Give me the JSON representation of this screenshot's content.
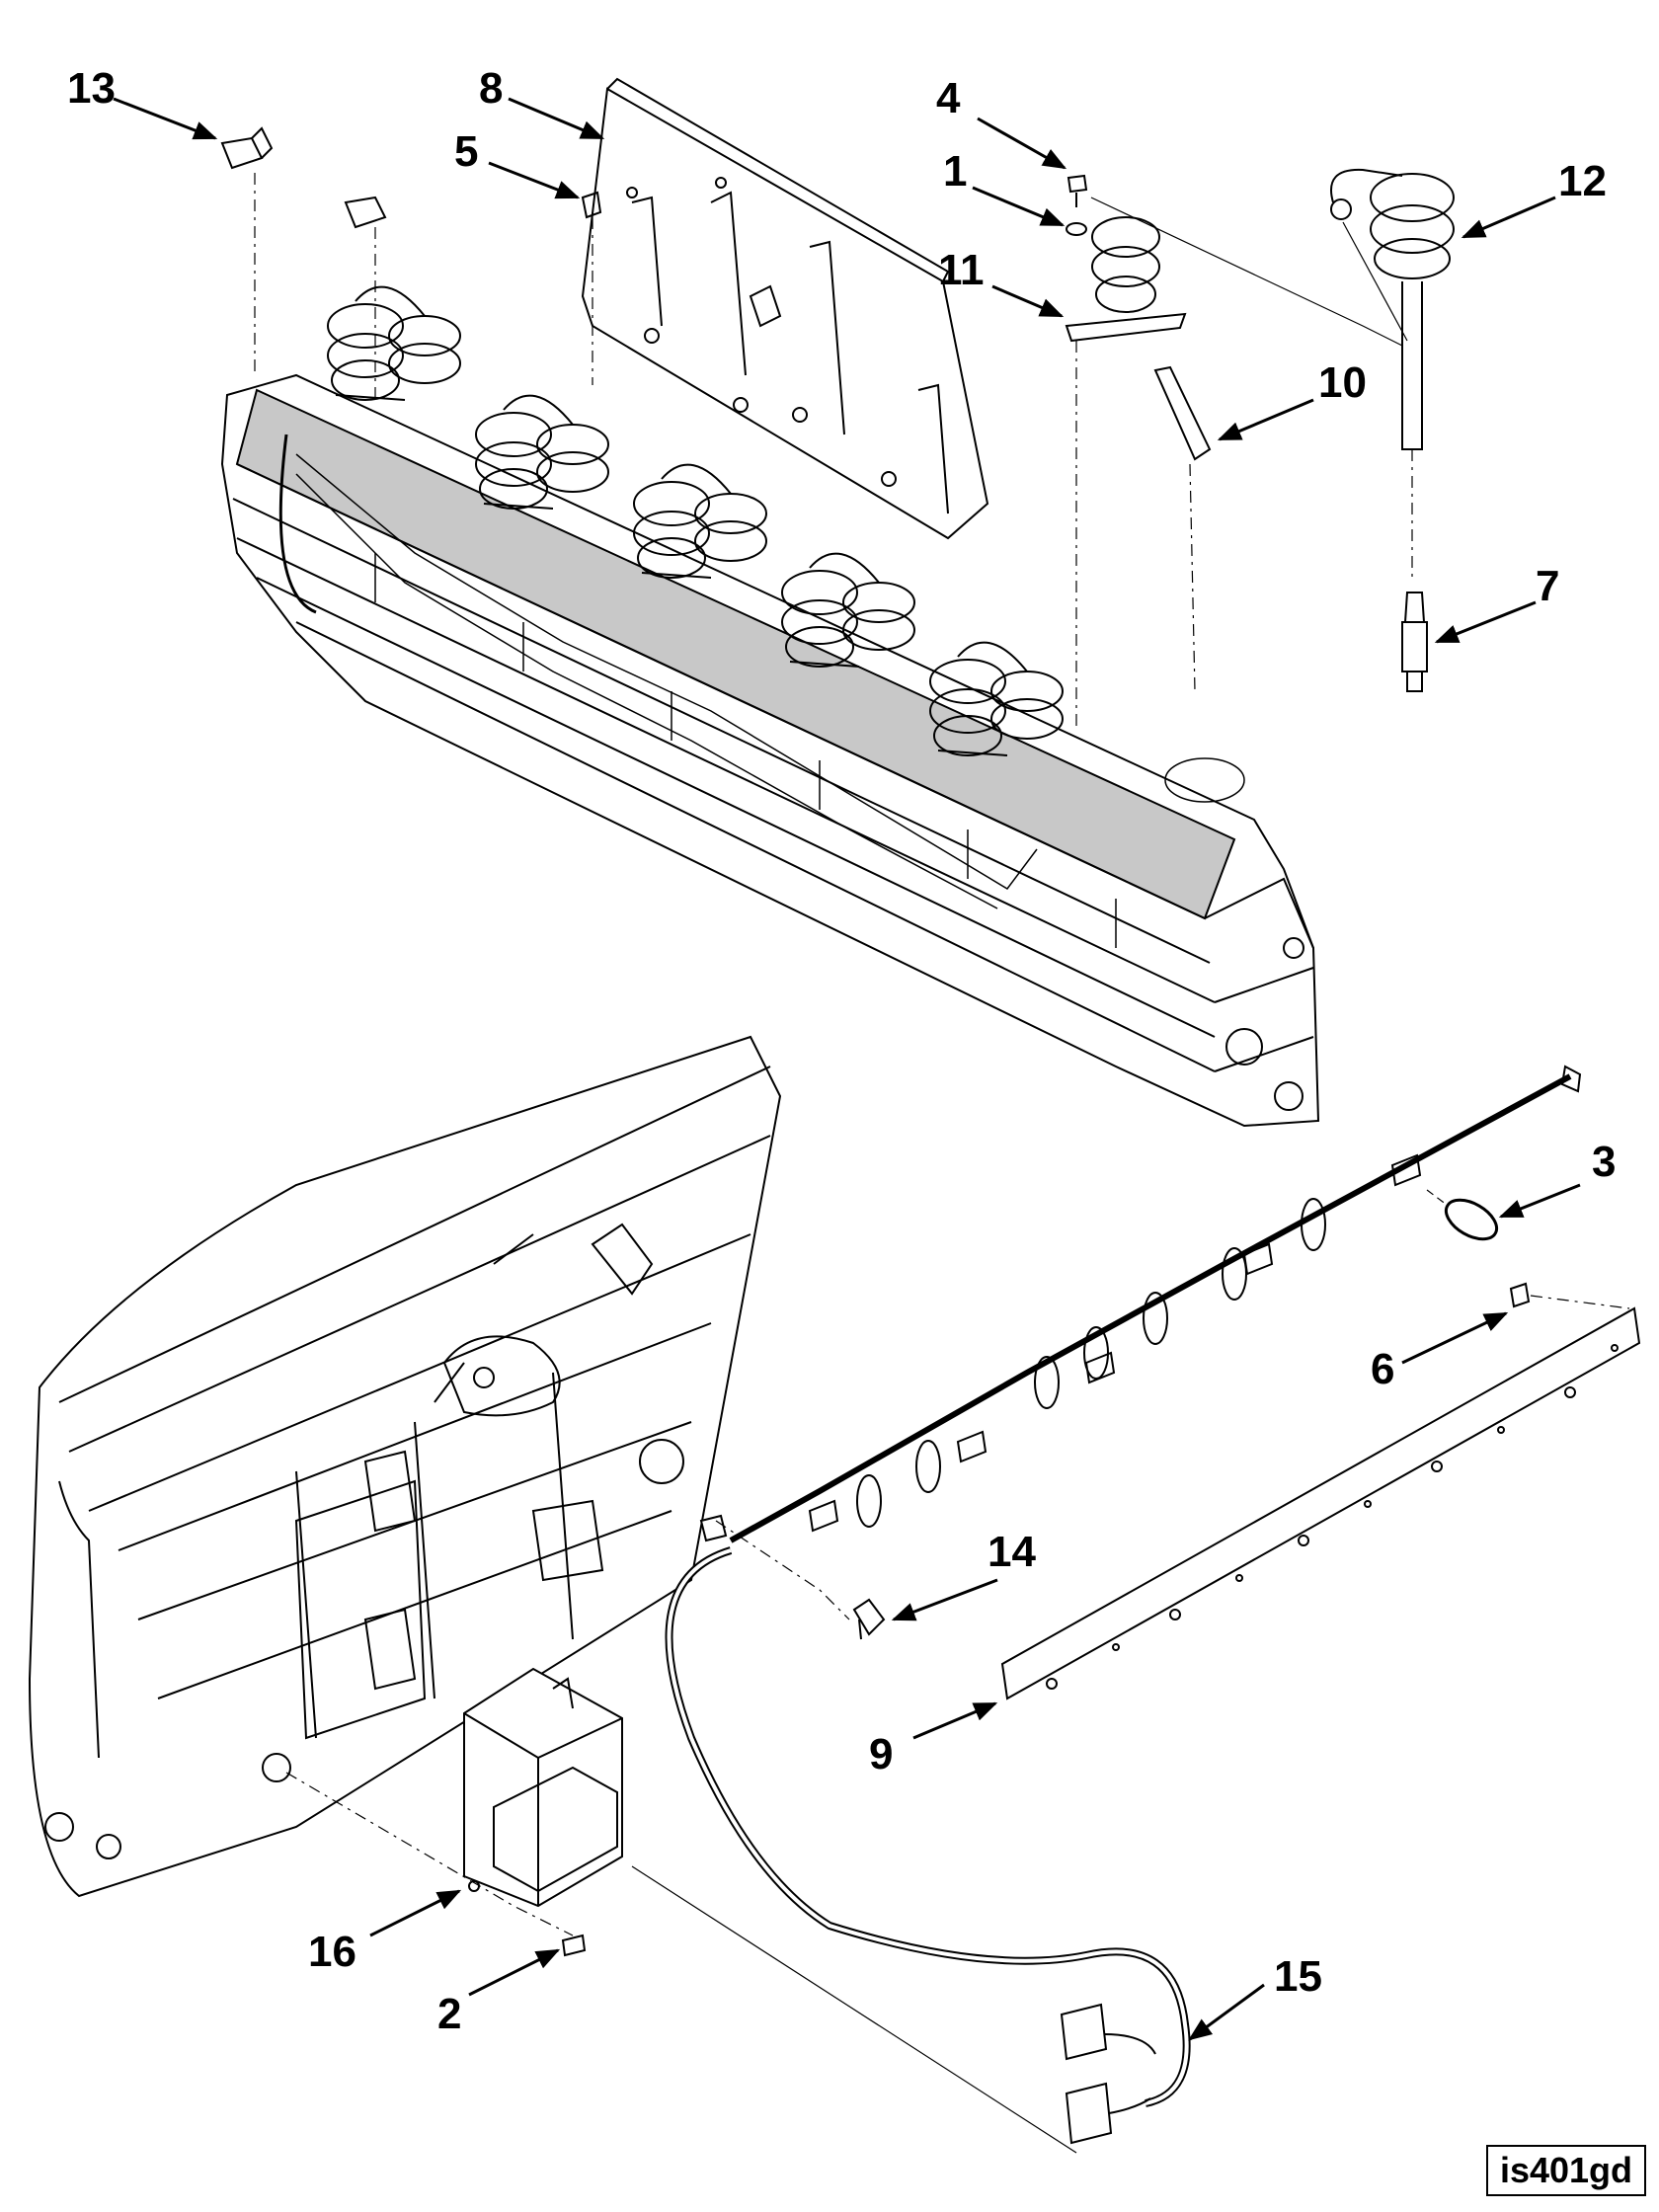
{
  "figure_id": "is401gd",
  "callouts": [
    {
      "id": "13",
      "label": "13"
    },
    {
      "id": "8",
      "label": "8"
    },
    {
      "id": "5",
      "label": "5"
    },
    {
      "id": "4",
      "label": "4"
    },
    {
      "id": "1",
      "label": "1"
    },
    {
      "id": "11",
      "label": "11"
    },
    {
      "id": "12",
      "label": "12"
    },
    {
      "id": "10",
      "label": "10"
    },
    {
      "id": "7",
      "label": "7"
    },
    {
      "id": "3",
      "label": "3"
    },
    {
      "id": "6",
      "label": "6"
    },
    {
      "id": "14",
      "label": "14"
    },
    {
      "id": "9",
      "label": "9"
    },
    {
      "id": "16",
      "label": "16"
    },
    {
      "id": "2",
      "label": "2"
    },
    {
      "id": "15",
      "label": "15"
    }
  ],
  "colors": {
    "line": "#000000",
    "background": "#ffffff",
    "cover_gray": "#c8c8c8"
  }
}
